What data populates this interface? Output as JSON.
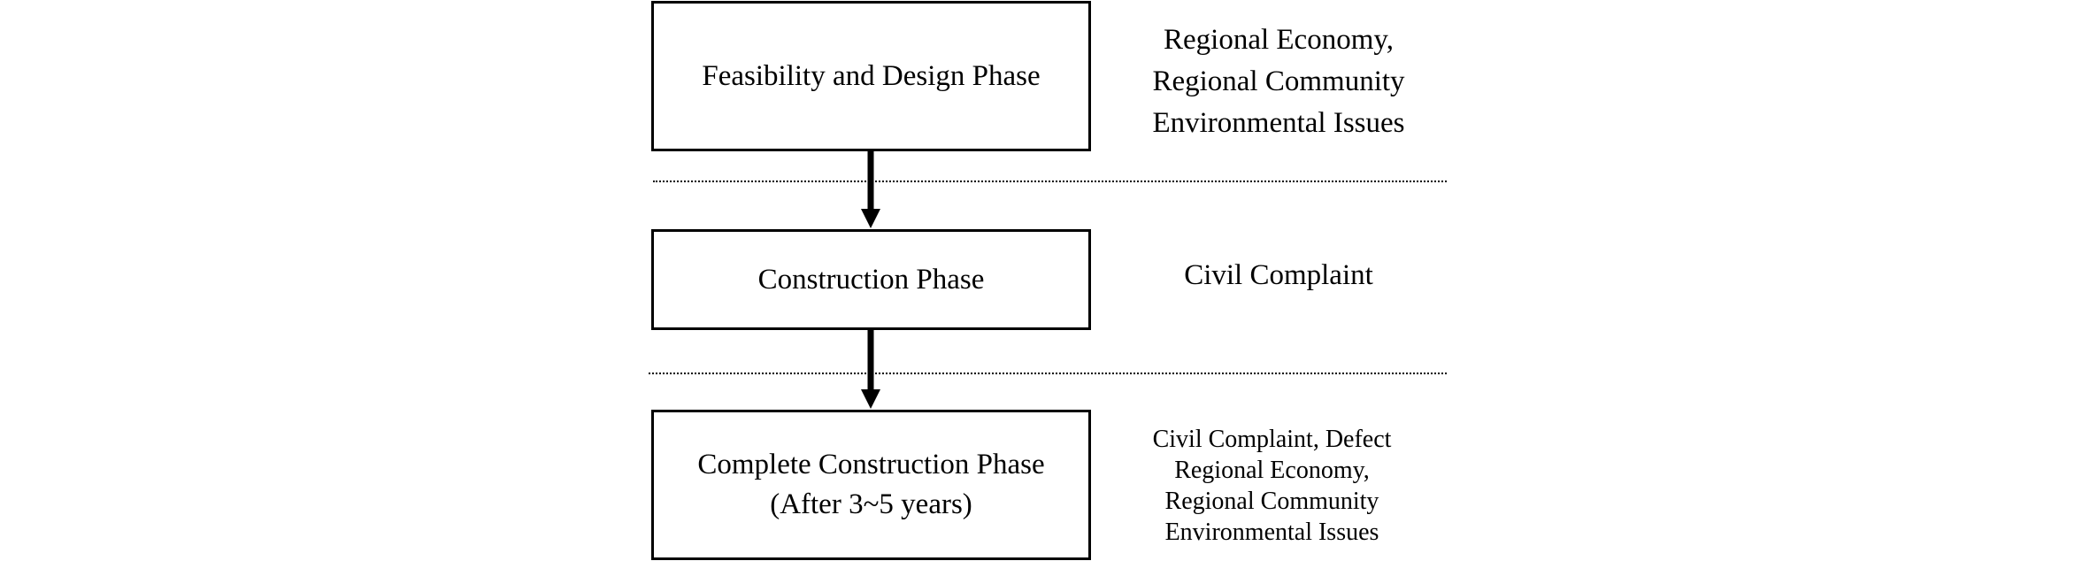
{
  "phases": [
    {
      "lines": [
        "Feasibility and Design Phase"
      ]
    },
    {
      "lines": [
        "Construction Phase"
      ]
    },
    {
      "lines": [
        "Complete Construction Phase",
        "(After 3~5 years)"
      ]
    }
  ],
  "issues": [
    {
      "lines": [
        "Regional Economy,",
        "Regional Community",
        "Environmental Issues"
      ]
    },
    {
      "lines": [
        "Civil Complaint"
      ]
    },
    {
      "lines": [
        "Civil Complaint, Defect",
        "Regional Economy,",
        "Regional Community",
        "Environmental Issues"
      ]
    }
  ],
  "colors": {
    "stroke": "#000000",
    "background": "#ffffff"
  }
}
